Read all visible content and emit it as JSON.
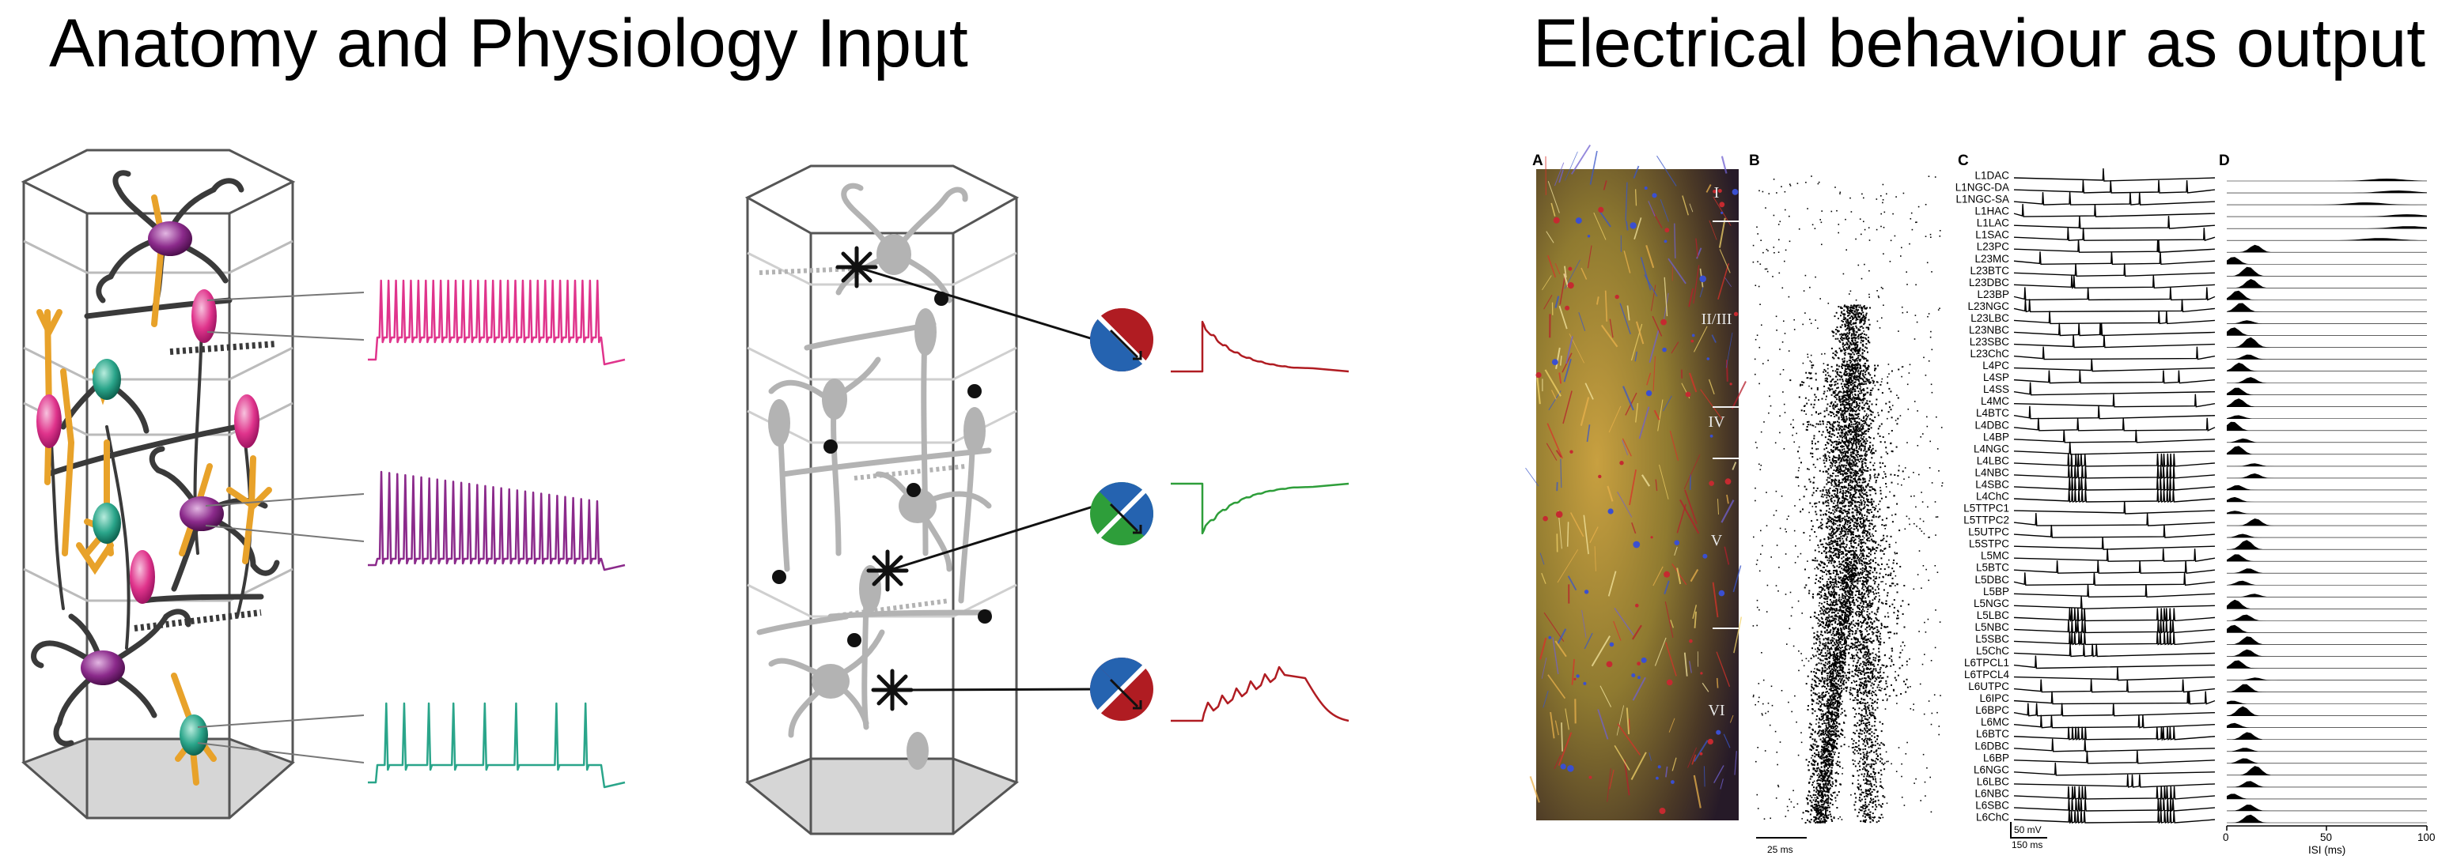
{
  "titles": {
    "input": "Anatomy and Physiology Input",
    "output": "Electrical behaviour as output"
  },
  "panels": {
    "a": "A",
    "b": "B",
    "c": "C",
    "d": "D"
  },
  "layers": [
    "I",
    "II/III",
    "IV",
    "V",
    "VI"
  ],
  "cell_types": [
    "L1DAC",
    "L1NGC-DA",
    "L1NGC-SA",
    "L1HAC",
    "L1LAC",
    "L1SAC",
    "L23PC",
    "L23MC",
    "L23BTC",
    "L23DBC",
    "L23BP",
    "L23NGC",
    "L23LBC",
    "L23NBC",
    "L23SBC",
    "L23ChC",
    "L4PC",
    "L4SP",
    "L4SS",
    "L4MC",
    "L4BTC",
    "L4DBC",
    "L4BP",
    "L4NGC",
    "L4LBC",
    "L4NBC",
    "L4SBC",
    "L4ChC",
    "L5TTPC1",
    "L5TTPC2",
    "L5UTPC",
    "L5STPC",
    "L5MC",
    "L5BTC",
    "L5DBC",
    "L5BP",
    "L5NGC",
    "L5LBC",
    "L5NBC",
    "L5SBC",
    "L5ChC",
    "L6TPCL1",
    "L6TPCL4",
    "L6UTPC",
    "L6IPC",
    "L6BPC",
    "L6MC",
    "L6BTC",
    "L6DBC",
    "L6BP",
    "L6NGC",
    "L6LBC",
    "L6NBC",
    "L6SBC",
    "L6ChC"
  ],
  "scale_bars": {
    "raster": "25 ms",
    "voltage": "50 mV",
    "time": "150 ms"
  },
  "isi_axis": {
    "ticks": [
      "0",
      "50",
      "100"
    ],
    "label": "ISI (ms)"
  },
  "colors": {
    "pink": "#e0348c",
    "purple": "#8b2a8b",
    "teal": "#2aa58a",
    "orange": "#e8a22a",
    "dark_branch": "#3a3a3a",
    "grey_cell": "#b3b3b3",
    "red_synapse": "#b01c22",
    "green_synapse": "#2e9e3a",
    "blue_synapse": "#2563b0"
  }
}
